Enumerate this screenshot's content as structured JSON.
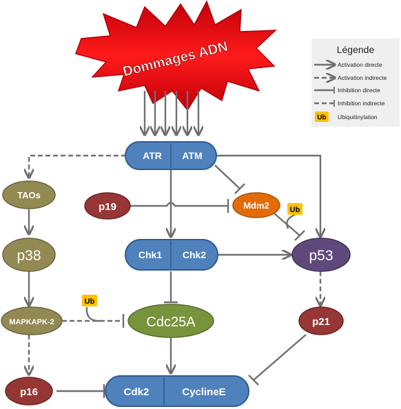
{
  "burst": {
    "label": "Dommages ADN",
    "color": "#e8141c"
  },
  "legend": {
    "title": "Légende",
    "items": [
      "Activation directe",
      "Activation indirecte",
      "Inhibition directe",
      "Inhibition indirecte",
      "Ubiquitinylation"
    ]
  },
  "ub_label": "Ub",
  "nodes": {
    "atr": "ATR",
    "atm": "ATM",
    "taos": "TAOs",
    "p19": "p19",
    "mdm2": "Mdm2",
    "p38": "p38",
    "chk1": "Chk1",
    "chk2": "Chk2",
    "p53": "p53",
    "mapkapk2": "MAPKAPK-2",
    "cdc25a": "Cdc25A",
    "p21": "p21",
    "p16": "p16",
    "cdk2": "Cdk2",
    "cyclinee": "CyclineE"
  },
  "colors": {
    "blue": "#4f81bd",
    "blue_stroke": "#2f5b8e",
    "olive": "#938953",
    "darkred": "#953735",
    "orange": "#e36c09",
    "purple": "#5f497a",
    "green": "#77933c",
    "ub_yellow": "#ffc000",
    "edge": "#6f6f6f"
  }
}
